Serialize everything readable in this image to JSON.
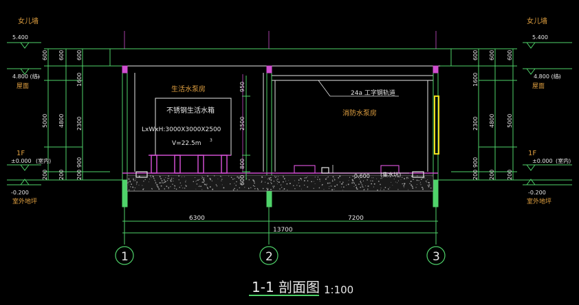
{
  "colors": {
    "background": "#000000",
    "structure": "#4fd36a",
    "dim": "#4fd36a",
    "label_orange": "#e0a040",
    "white": "#e8e8e8",
    "magenta": "#d04fd0",
    "yellow": "#f0e020",
    "red": "#e04040",
    "cyan": "#40c8e0",
    "hatch": "#a0a0a0"
  },
  "left_levels": {
    "parapet_label": "女儿墙",
    "parapet_elev": "5.400",
    "roof_elev": "4.800 (结)",
    "roof_label": "屋面",
    "floor_tag": "1F",
    "floor_elev": "±0.000",
    "floor_note": "(室内)",
    "outdoor_elev": "-0.200",
    "outdoor_label": "室外地坪"
  },
  "right_levels": {
    "parapet_label": "女儿墙",
    "parapet_elev": "5.400",
    "roof_elev": "4.800 (结)",
    "roof_label": "屋面",
    "floor_tag": "1F",
    "floor_elev": "±0.000",
    "floor_note": "(室内)",
    "outdoor_elev": "-0.200",
    "outdoor_label": "室外地坪"
  },
  "dims_left": {
    "d600": "600",
    "d1600": "1600",
    "d2300": "2300",
    "d900": "900",
    "d200": "200",
    "d4800": "4800",
    "d5000": "5000"
  },
  "dims_right": {
    "d600": "600",
    "d1600": "1600",
    "d2300": "2300",
    "d900": "900",
    "d200": "200",
    "d4800": "4800",
    "d5000": "5000"
  },
  "dims_mid": {
    "d950": "950",
    "d2500": "2500",
    "d800": "800",
    "d600": "600"
  },
  "rooms": {
    "left_room": "生活水泵房",
    "tank_title": "不锈钢生活水箱",
    "tank_size": "LxWxH:3000X3000X2500",
    "tank_volume": "V=22.5m",
    "tank_volume_sup": "3",
    "rail_label": "24a 工字钢轨道",
    "right_room": "消防水泵房",
    "pit_elev": "-0.600",
    "pit_label": "(集水坑)"
  },
  "bottom_dims": {
    "span1": "6300",
    "span2": "7200",
    "total": "13700"
  },
  "axes": [
    "1",
    "2",
    "3"
  ],
  "title": {
    "name": "1-1  剖面图",
    "scale": "1:100"
  }
}
